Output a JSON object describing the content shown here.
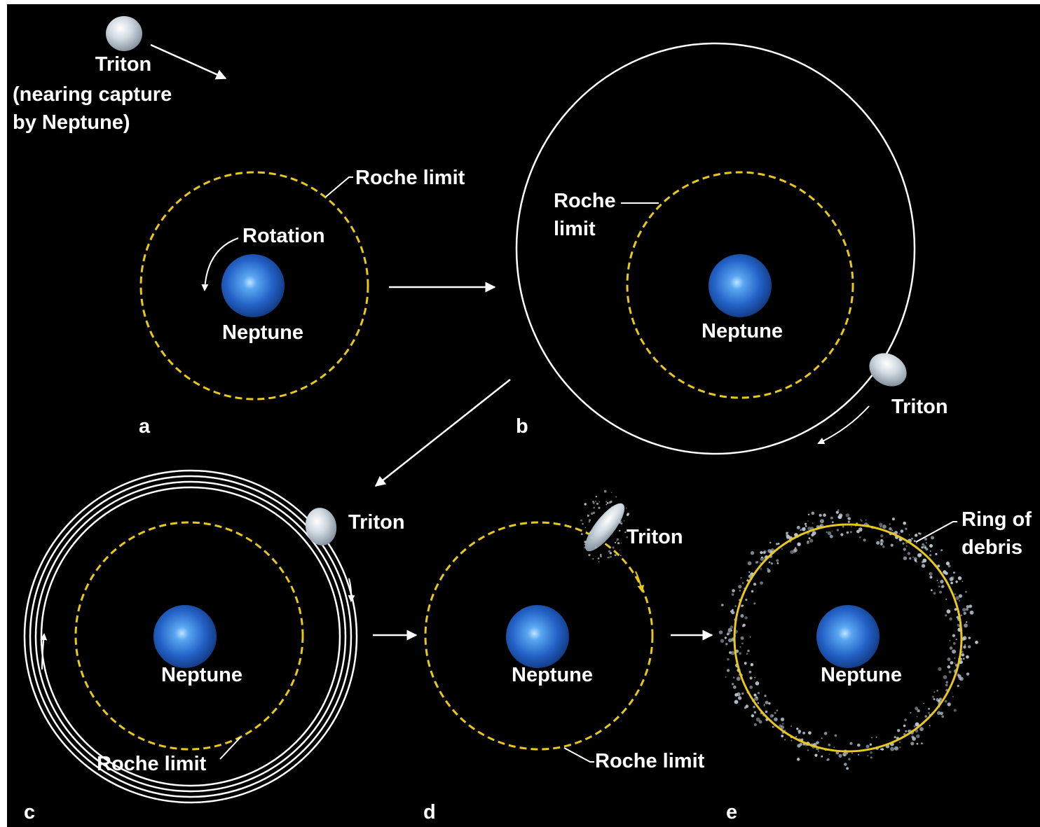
{
  "colors": {
    "background": "#000000",
    "roche_limit": "#e8c81a",
    "neptune": "#2a6fd6",
    "triton": "#c8d2dc",
    "text": "#ffffff"
  },
  "panels": {
    "a": {
      "letter": "a",
      "triton_label": [
        "Triton",
        "(nearing capture",
        "by Neptune)"
      ],
      "roche_label": "Roche limit",
      "rotation_label": "Rotation",
      "planet_label": "Neptune"
    },
    "b": {
      "letter": "b",
      "roche_label": [
        "Roche",
        "limit"
      ],
      "planet_label": "Neptune",
      "triton_label": "Triton"
    },
    "c": {
      "letter": "c",
      "triton_label": "Triton",
      "planet_label": "Neptune",
      "roche_label": "Roche limit"
    },
    "d": {
      "letter": "d",
      "triton_label": "Triton",
      "planet_label": "Neptune",
      "roche_label": "Roche limit"
    },
    "e": {
      "letter": "e",
      "ring_label": [
        "Ring of",
        "debris"
      ],
      "planet_label": "Neptune"
    }
  }
}
